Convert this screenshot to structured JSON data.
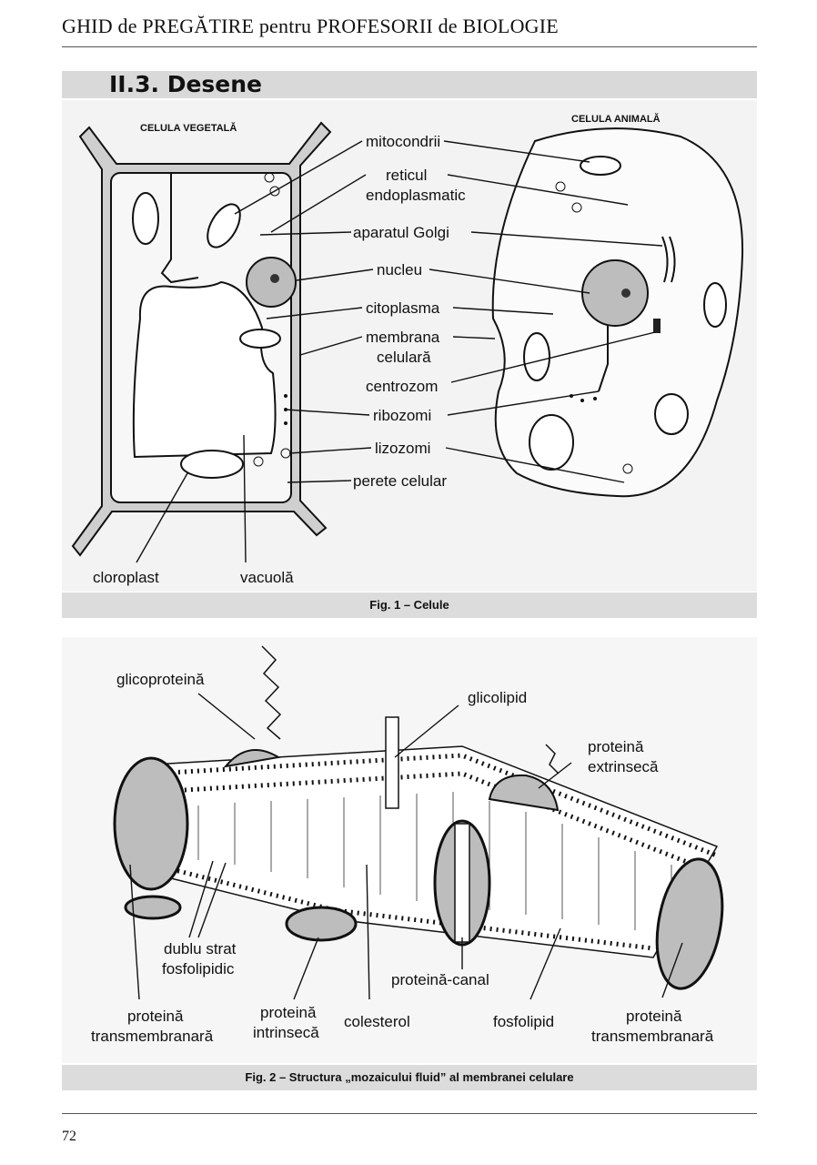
{
  "header": {
    "running_title": "GHID de PREGĂTIRE pentru PROFESORII de BIOLOGIE"
  },
  "section": {
    "title": "II.3. Desene"
  },
  "figure1": {
    "plant_title": "CELULA VEGETALĂ",
    "animal_title": "CELULA ANIMALĂ",
    "labels": {
      "mitocondrii": "mitocondrii",
      "reticul_1": "reticul",
      "reticul_2": "endoplasmatic",
      "golgi": "aparatul Golgi",
      "nucleu": "nucleu",
      "citoplasma": "citoplasma",
      "membrana_1": "membrana",
      "membrana_2": "celulară",
      "centrozom": "centrozom",
      "ribozomi": "ribozomi",
      "lizozomi": "lizozomi",
      "perete": "perete celular",
      "cloroplast": "cloroplast",
      "vacuola": "vacuolă"
    },
    "caption": "Fig. 1 – Celule"
  },
  "figure2": {
    "labels": {
      "glicoproteina": "glicoproteină",
      "glicolipid": "glicolipid",
      "extrinseca_1": "proteină",
      "extrinseca_2": "extrinsecă",
      "dublu_1": "dublu strat",
      "dublu_2": "fosfolipidic",
      "canal": "proteină-canal",
      "trans_left_1": "proteină",
      "trans_left_2": "transmembranară",
      "intrinseca_1": "proteină",
      "intrinseca_2": "intrinsecă",
      "colesterol": "colesterol",
      "fosfolipid": "fosfolipid",
      "trans_right_1": "proteină",
      "trans_right_2": "transmembranară"
    },
    "caption": "Fig. 2 – Structura „mozaicului fluid” al membranei celulare"
  },
  "footer": {
    "page_number": "72"
  }
}
